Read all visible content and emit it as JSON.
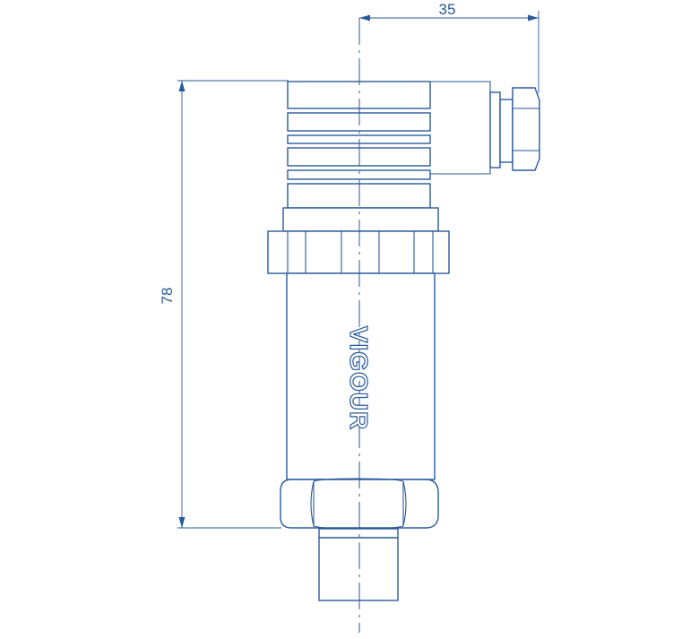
{
  "drawing": {
    "brand_text": "VIGOUR",
    "dimensions": {
      "width_label": "35",
      "height_label": "78"
    },
    "line_color": "#2a5a9a",
    "background": "#ffffff"
  }
}
